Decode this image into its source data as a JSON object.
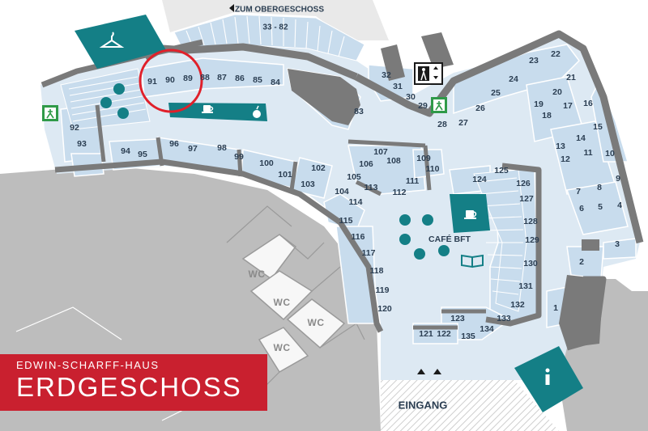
{
  "title": {
    "building": "EDWIN-SCHARFF-HAUS",
    "floor": "ERDGESCHOSS"
  },
  "labels": {
    "upstairs": "ZUM OBERGESCHOSS",
    "upstairs_range": "33 - 82",
    "entrance": "EINGANG",
    "cafe": "CAFÉ BFT",
    "wc": "WC"
  },
  "icons": [
    "coat-hanger-icon",
    "elevator-icon",
    "emergency-exit-icon",
    "coffee-cup-icon",
    "apple-icon",
    "open-book-icon",
    "information-icon",
    "up-arrow-icon",
    "highlight-circle-icon"
  ],
  "colors": {
    "teal": "#147f86",
    "floor": "#dde9f3",
    "room": "#c8dced",
    "wall": "#7a7a7a",
    "exterior": "#bdbdbd",
    "banner": "#c9202f",
    "highlight": "#e0202a",
    "exit_green": "#2f9a48"
  },
  "rooms": [
    "1",
    "2",
    "3",
    "4",
    "5",
    "6",
    "7",
    "8",
    "9",
    "10",
    "11",
    "12",
    "13",
    "14",
    "15",
    "16",
    "17",
    "18",
    "19",
    "20",
    "21",
    "22",
    "23",
    "24",
    "25",
    "26",
    "27",
    "28",
    "29",
    "30",
    "31",
    "32",
    "83",
    "84",
    "85",
    "86",
    "87",
    "88",
    "89",
    "90",
    "91",
    "92",
    "93",
    "94",
    "95",
    "96",
    "97",
    "98",
    "99",
    "100",
    "101",
    "102",
    "103",
    "104",
    "105",
    "106",
    "107",
    "108",
    "109",
    "110",
    "111",
    "112",
    "113",
    "114",
    "115",
    "116",
    "117",
    "118",
    "119",
    "120",
    "121",
    "122",
    "123",
    "124",
    "125",
    "126",
    "127",
    "128",
    "129",
    "130",
    "131",
    "132",
    "133",
    "134",
    "135"
  ],
  "highlighted_rooms": [
    "89",
    "90",
    "91"
  ]
}
